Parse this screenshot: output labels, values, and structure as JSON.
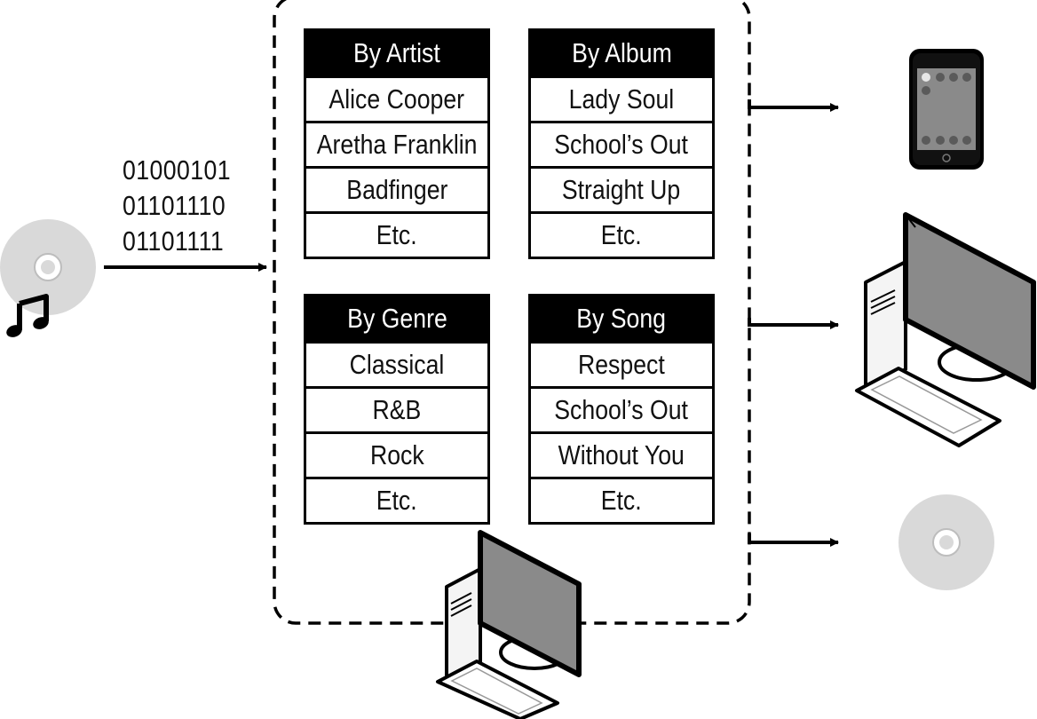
{
  "binary": {
    "lines": [
      "01000101",
      "01101110",
      "01101111"
    ]
  },
  "tables": [
    {
      "header": "By Artist",
      "rows": [
        "Alice Cooper",
        "Aretha Franklin",
        "Badfinger",
        "Etc."
      ]
    },
    {
      "header": "By Album",
      "rows": [
        "Lady Soul",
        "School’s Out",
        "Straight Up",
        "Etc."
      ]
    },
    {
      "header": "By Genre",
      "rows": [
        "Classical",
        "R&B",
        "Rock",
        "Etc."
      ]
    },
    {
      "header": "By Song",
      "rows": [
        "Respect",
        "School’s Out",
        "Without You",
        "Etc."
      ]
    }
  ],
  "icons": {
    "source_cd": "cd-icon",
    "music_note": "music-note-icon",
    "server_computer": "desktop-computer-icon",
    "phone": "smartphone-icon",
    "desktop": "desktop-computer-icon",
    "output_cd": "cd-icon"
  },
  "colors": {
    "ink": "#000000",
    "disc": "#d9d9d9",
    "screen": "#8a8a8a",
    "background": "#ffffff"
  }
}
